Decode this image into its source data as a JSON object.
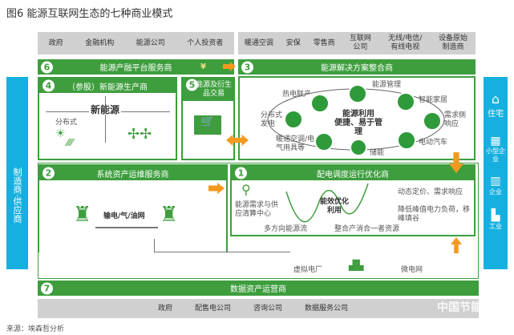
{
  "title": "图6 能源互联网生态的七种商业模式",
  "top_left_stakeholders": [
    "政府",
    "金融机构",
    "能源公司",
    "个人投资者"
  ],
  "top_right_stakeholders": [
    "暖通空调",
    "安保",
    "零售商",
    "互联网公司",
    "无线/电信/有线电视",
    "设备原始制造商"
  ],
  "left_bar": "制造商·供应商",
  "right_bar": [
    "住宅",
    "小型企业",
    "企业",
    "工业"
  ],
  "m6": {
    "num": "6",
    "label": "能源产融平台服务商",
    "yen": "¥"
  },
  "m3": {
    "num": "3",
    "label": "能源解决方案整合商",
    "center": [
      "能源利用",
      "便捷、易于管理"
    ],
    "nodes": [
      "能源管理",
      "智能家居",
      "需求侧响应",
      "电动汽车",
      "储能",
      "暖通空调/电气用具等",
      "分布式发电",
      "热电联产"
    ]
  },
  "m4": {
    "num": "4",
    "label": "（参股）新能源生产商",
    "center": "新能源",
    "distributed": "分布式"
  },
  "m5": {
    "num": "5",
    "label": "能源及衍生品交易"
  },
  "m2": {
    "num": "2",
    "label": "系统资产运维服务商",
    "grid": "输电/气/油网"
  },
  "m1": {
    "num": "1",
    "label": "配电调度运行优化商",
    "demand": "能源需求与供应清算中心",
    "flow": "多方向能源流",
    "eff": "能效优化利用",
    "integrate": "整合产消合一者资源",
    "r1": "动态定价、需求响应",
    "r2": "降低峰值电力负荷，移峰填谷"
  },
  "vpp": "虚拟电厂",
  "microgrid": "微电网",
  "m7": {
    "num": "7",
    "label": "数据资产运营商"
  },
  "bottom_stakeholders": [
    "政府",
    "配售电公司",
    "咨询公司",
    "数据服务公司"
  ],
  "source": "来源：埃森哲分析",
  "watermark": "中国节能",
  "colors": {
    "green": "#3e9e3e",
    "blue": "#16b0e0",
    "orange": "#f39a1e",
    "gray": "#d0d0d0"
  }
}
